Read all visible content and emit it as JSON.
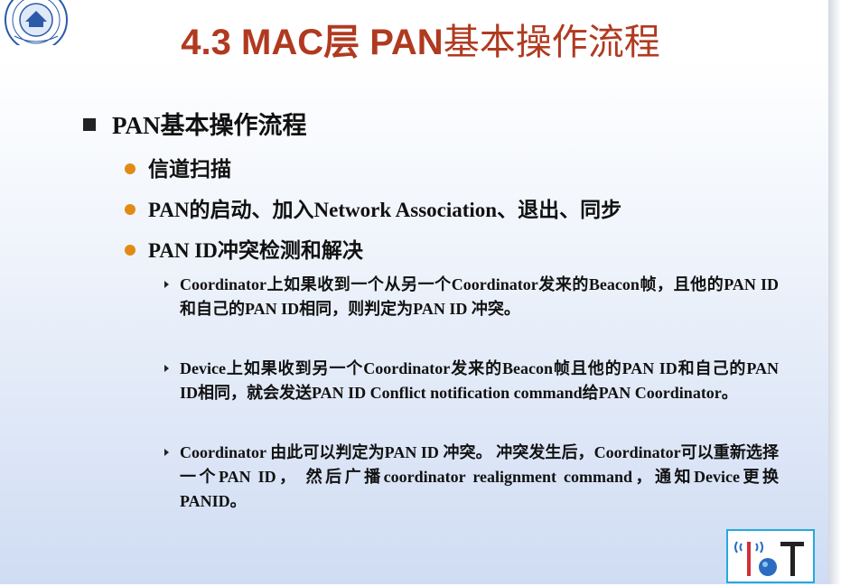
{
  "slide": {
    "title_bold": "4.3  MAC层  PAN",
    "title_rest": "基本操作流程",
    "heading": "PAN基本操作流程",
    "bullets": [
      "信道扫描",
      "PAN的启动、加入Network Association、退出、同步",
      "PAN ID冲突检测和解决"
    ],
    "sub_bullets": [
      "Coordinator上如果收到一个从另一个Coordinator发来的Beacon帧，且他的PAN ID和自己的PAN ID相同，则判定为PAN ID 冲突。",
      "Device上如果收到另一个Coordinator发来的Beacon帧且他的PAN ID和自己的PAN  ID相同，就会发送PAN  ID  Conflict  notification command给PAN Coordinator。",
      "Coordinator 由此可以判定为PAN  ID 冲突。 冲突发生后，Coordinator可以重新选择一个PAN  ID， 然后广播coordinator realignment command，通知Device更换PANID。"
    ]
  },
  "logos": {
    "top_left": "university-seal-logo",
    "bottom_right_text": "IoT"
  },
  "colors": {
    "title": "#b03a20",
    "bullet_dot": "#e28a14",
    "iot_border": "#24a9e0"
  }
}
